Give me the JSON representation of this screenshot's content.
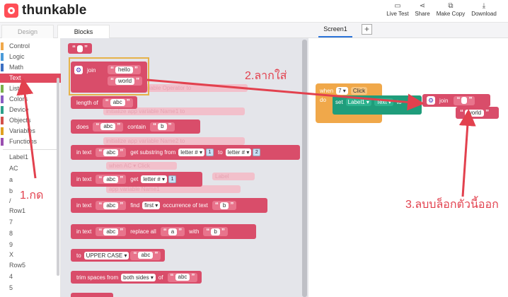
{
  "app": {
    "logo_text": "thunkable"
  },
  "header_actions": [
    {
      "label": "Live Test",
      "icon": "▭"
    },
    {
      "label": "Share",
      "icon": "⋖"
    },
    {
      "label": "Make Copy",
      "icon": "⧉"
    },
    {
      "label": "Download",
      "icon": "⤓"
    }
  ],
  "tabs": {
    "design": "Design",
    "blocks": "Blocks",
    "screen": "Screen1",
    "add": "+"
  },
  "categories": [
    {
      "label": "Control",
      "color": "#f0a84a"
    },
    {
      "label": "Logic",
      "color": "#4a9ad8"
    },
    {
      "label": "Math",
      "color": "#3c6fc2"
    },
    {
      "label": "Text",
      "color": "#e04a5f"
    },
    {
      "label": "Lists",
      "color": "#7ab04a"
    },
    {
      "label": "Colors",
      "color": "#8a5bc2"
    },
    {
      "label": "Device",
      "color": "#2ca08a"
    },
    {
      "label": "Objects",
      "color": "#d3504a"
    },
    {
      "label": "Variables",
      "color": "#e0a020"
    },
    {
      "label": "Functions",
      "color": "#9a4fb0"
    }
  ],
  "components": [
    "Label1",
    "AC",
    "a",
    "b",
    "/",
    "Row1",
    "7",
    "8",
    "9",
    "X",
    "Row5",
    "4",
    "5"
  ],
  "flyout": {
    "empty_text": "",
    "join": {
      "label": "join",
      "item1": "hello",
      "item2": "world"
    },
    "length": {
      "label": "length of",
      "value": "abc"
    },
    "contains": {
      "label1": "does",
      "value": "abc",
      "label2": "contain",
      "sub": "b"
    },
    "substring": {
      "label1": "in text",
      "value": "abc",
      "label2": "get substring from",
      "dd1": "letter # ▾",
      "n1": "1",
      "label3": "to",
      "dd2": "letter # ▾",
      "n2": "2"
    },
    "get_letter": {
      "label1": "in text",
      "value": "abc",
      "label2": "get",
      "dd": "letter # ▾",
      "n": "1"
    },
    "find": {
      "label1": "in text",
      "value": "abc",
      "label2": "find",
      "dd": "first ▾",
      "label3": "occurrence of text",
      "sub": "b"
    },
    "replace": {
      "label1": "in text",
      "value": "abc",
      "label2": "replace all",
      "a": "a",
      "label3": "with",
      "b": "b"
    },
    "upper": {
      "label": "to",
      "dd": "UPPER CASE ▾",
      "value": "abc"
    },
    "trim": {
      "label": "trim spaces from",
      "dd": "both sides ▾",
      "label2": "of",
      "value": "abc"
    }
  },
  "ghosts": {
    "set_row": "set  Label1 ▾   variable  Operator  to",
    "init1": "initialize  app  variable  Name1  to",
    "init2": "initialize  app  variable  Name2  to",
    "when_ac": "when  AC ▾   Click",
    "label": "Label",
    "app_var": "app variable Name1"
  },
  "workspace": {
    "when": "when",
    "event_target": "7 ▾",
    "event_name": "Click",
    "do": "do",
    "set": "set",
    "set_target": "Label1 ▾",
    "property": "Text ▾",
    "to": "to",
    "join": "join",
    "item2": "world"
  },
  "annotations": {
    "step1": "1.กด",
    "step2": "2.ลากใส่",
    "step3": "3.ลบบล็อกตัวนี้ออก",
    "arrow_color": "#e2414e"
  }
}
